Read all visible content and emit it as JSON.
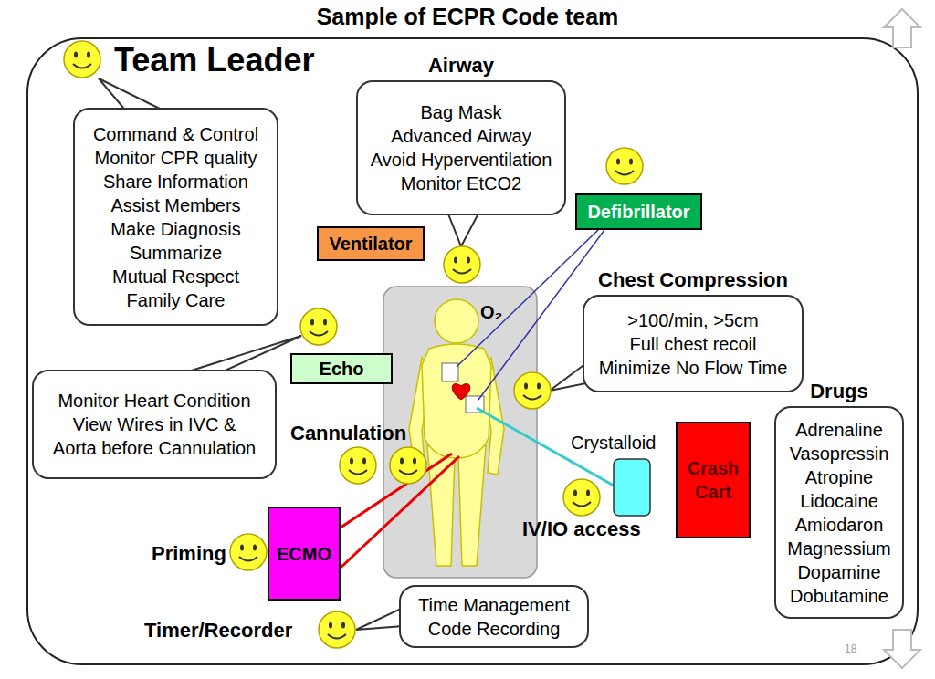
{
  "diagram": {
    "title": "Sample of ECPR Code team",
    "nodes": [
      {
        "text": [
          "Command & Control",
          "Monitor CPR quality",
          "Share Information",
          "Assist Members",
          "Make Diagnosis",
          "Summarize",
          "Mutual Respect",
          "Family Care"
        ]
      },
      {
        "text": [
          "Airway",
          "Bag Mask",
          "Advanced Airway",
          "Avoid Hyperventilation",
          "Monitor EtCO2"
        ]
      },
      {
        "text": [
          "Defibrillator"
        ]
      },
      {
        "text": [
          "Ventilator"
        ]
      },
      {
        "text": [
          "Echo"
        ]
      },
      {
        "text": [
          "Chest Compression",
          ">100/min, >5cm",
          "Full chest recoil",
          "Minimize No Flow Time"
        ]
      },
      {
        "text": [
          "Monitor Heart Condition",
          "View Wires in IVC &",
          "Aorta before Cannulation"
        ]
      },
      {
        "text": [
          "Drugs",
          "Adrenaline",
          "Vasopressin",
          "Atropine",
          "Lidocaine",
          "Amiodaron",
          "Magnessium",
          "Dopamine",
          "Dobutamine"
        ]
      },
      {
        "text": [
          "Crash Cart"
        ]
      },
      {
        "text": [
          "ECMO"
        ]
      },
      {
        "text": [
          "Time Management",
          "Code Recording"
        ]
      }
    ],
    "labels": [
      "Team Leader",
      "O₂",
      "Cannulation",
      "Crystalloid",
      "IV/IO access",
      "Priming",
      "Timer/Recorder",
      "18"
    ]
  }
}
